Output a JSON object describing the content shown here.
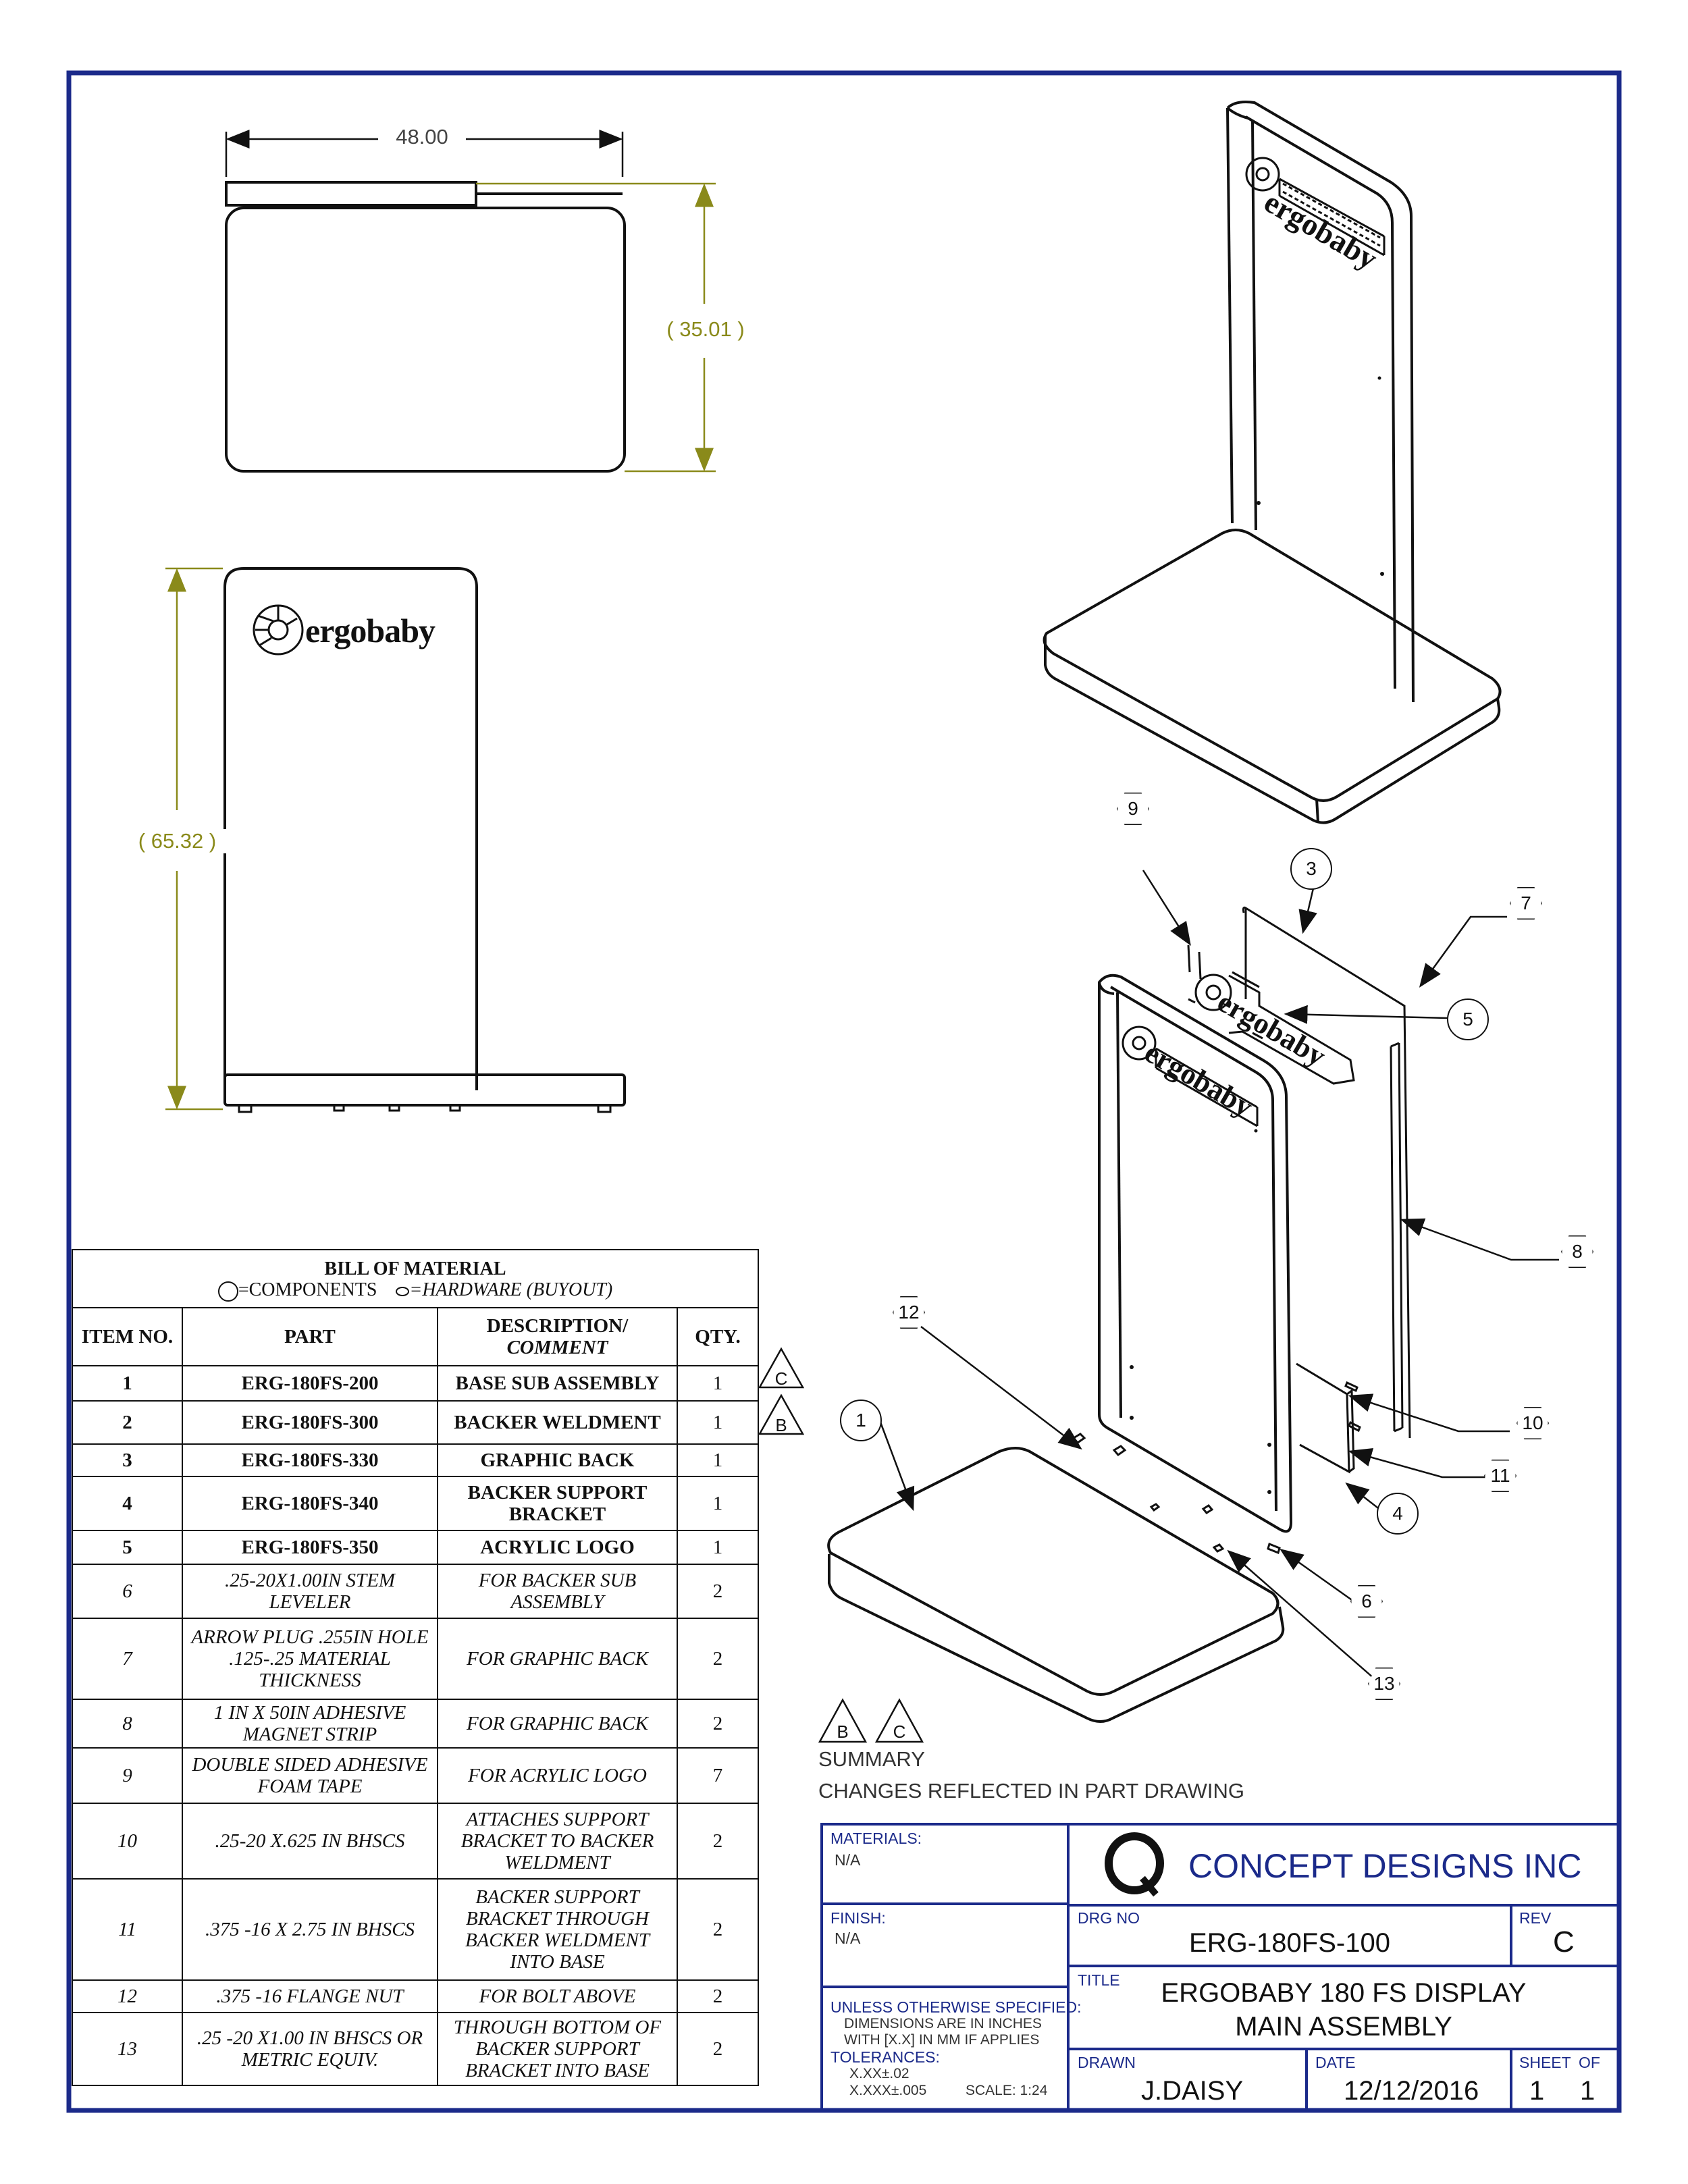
{
  "dimensions": {
    "width_top": "48.00",
    "depth_top": "( 35.01 )",
    "height_front": "( 65.32 )"
  },
  "brand_text": "ergobaby",
  "bom": {
    "title": "BILL OF MATERIAL",
    "legend_components": "=COMPONENTS",
    "legend_hardware": "=HARDWARE (BUYOUT)",
    "columns": [
      "ITEM NO.",
      "PART",
      "DESCRIPTION/",
      "COMMENT",
      "QTY."
    ],
    "rows": [
      {
        "item": "1",
        "part": "ERG-180FS-200",
        "desc": "BASE SUB ASSEMBLY",
        "qty": "1",
        "rev": "C"
      },
      {
        "item": "2",
        "part": "ERG-180FS-300",
        "desc": "BACKER WELDMENT",
        "qty": "1",
        "rev": "B"
      },
      {
        "item": "3",
        "part": "ERG-180FS-330",
        "desc": "GRAPHIC BACK",
        "qty": "1"
      },
      {
        "item": "4",
        "part": "ERG-180FS-340",
        "desc": "BACKER SUPPORT BRACKET",
        "qty": "1"
      },
      {
        "item": "5",
        "part": "ERG-180FS-350",
        "desc": "ACRYLIC LOGO",
        "qty": "1"
      },
      {
        "item": "6",
        "part": ".25-20X1.00IN STEM LEVELER",
        "desc": "FOR BACKER SUB ASSEMBLY",
        "qty": "2"
      },
      {
        "item": "7",
        "part": "ARROW PLUG .255IN HOLE .125-.25 MATERIAL THICKNESS",
        "desc": "FOR GRAPHIC BACK",
        "qty": "2"
      },
      {
        "item": "8",
        "part": "1 IN X 50IN ADHESIVE MAGNET STRIP",
        "desc": "FOR GRAPHIC BACK",
        "qty": "2"
      },
      {
        "item": "9",
        "part": "DOUBLE SIDED ADHESIVE FOAM TAPE",
        "desc": "FOR ACRYLIC LOGO",
        "qty": "7"
      },
      {
        "item": "10",
        "part": ".25-20 X.625 IN BHSCS",
        "desc": "ATTACHES SUPPORT BRACKET TO BACKER WELDMENT",
        "qty": "2"
      },
      {
        "item": "11",
        "part": ".375 -16 X 2.75 IN BHSCS",
        "desc": "BACKER SUPPORT BRACKET THROUGH BACKER WELDMENT INTO BASE",
        "qty": "2"
      },
      {
        "item": "12",
        "part": ".375 -16  FLANGE NUT",
        "desc": "FOR BOLT ABOVE",
        "qty": "2"
      },
      {
        "item": "13",
        "part": ".25 -20 X1.00 IN BHSCS OR METRIC EQUIV.",
        "desc": "THROUGH  BOTTOM OF BACKER SUPPORT BRACKET INTO BASE",
        "qty": "2"
      }
    ]
  },
  "balloons": [
    "1",
    "3",
    "4",
    "5",
    "6",
    "7",
    "8",
    "9",
    "10",
    "11",
    "12",
    "13"
  ],
  "revisions": {
    "tags": [
      "B",
      "C"
    ],
    "summary_label": "SUMMARY",
    "summary_text": "CHANGES REFLECTED IN PART DRAWING"
  },
  "title_block": {
    "materials_label": "MATERIALS:",
    "materials_value": "N/A",
    "finish_label": "FINISH:",
    "finish_value": "N/A",
    "unless_label": "UNLESS OTHERWISE SPECIFIED:",
    "dims_note_1": "DIMENSIONS ARE IN INCHES",
    "dims_note_2": "WITH [X.X] IN MM IF APPLIES",
    "tolerances_label": "TOLERANCES:",
    "tol_1": "X.XX±.02",
    "tol_2": "X.XXX±.005",
    "scale": "SCALE: 1:24",
    "company": "CONCEPT DESIGNS INC",
    "drg_no_label": "DRG NO",
    "drg_no": "ERG-180FS-100",
    "rev_label": "REV",
    "rev": "C",
    "title_label": "TITLE",
    "title_line1": "ERGOBABY 180 FS DISPLAY",
    "title_line2": "MAIN ASSEMBLY",
    "drawn_label": "DRAWN",
    "drawn": "J.DAISY",
    "date_label": "DATE",
    "date": "12/12/2016",
    "sheet_label": "SHEET",
    "of_label": "OF",
    "sheet": "1",
    "of": "1"
  },
  "colors": {
    "border": "#1b2a8a",
    "dimension": "#8a8a1a",
    "company": "#1b2a8a",
    "line": "#111111"
  }
}
